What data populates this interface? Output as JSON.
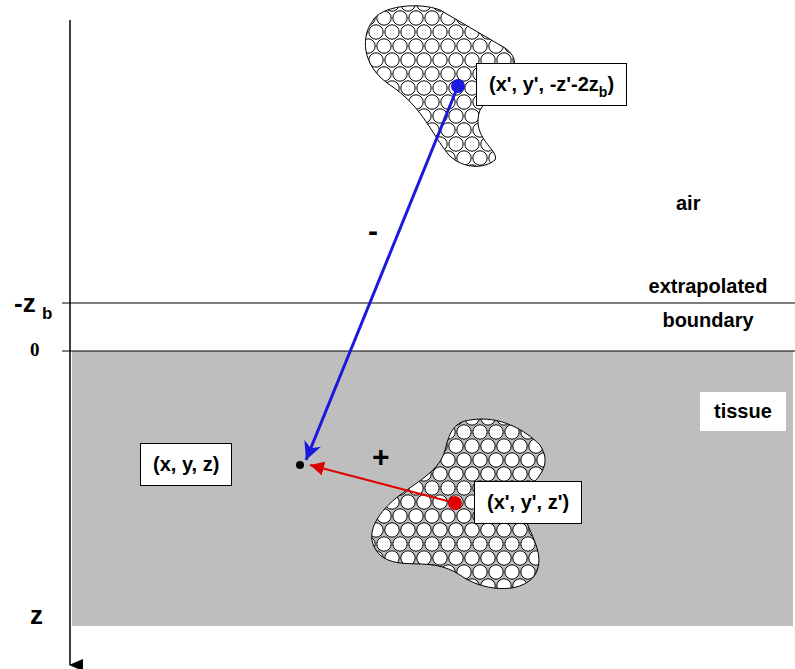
{
  "diagram": {
    "nodes": [
      {
        "text": [
          "(x', y', -z'-2z",
          "b",
          ")"
        ]
      },
      {
        "text": [
          "tissue"
        ]
      },
      {
        "text": [
          "(x, y, z)"
        ]
      },
      {
        "text": [
          "(x', y', z')"
        ]
      }
    ],
    "labels": [
      "air",
      "extrapolated boundary",
      "-z",
      "b",
      "0",
      "z",
      "-",
      "+"
    ]
  }
}
